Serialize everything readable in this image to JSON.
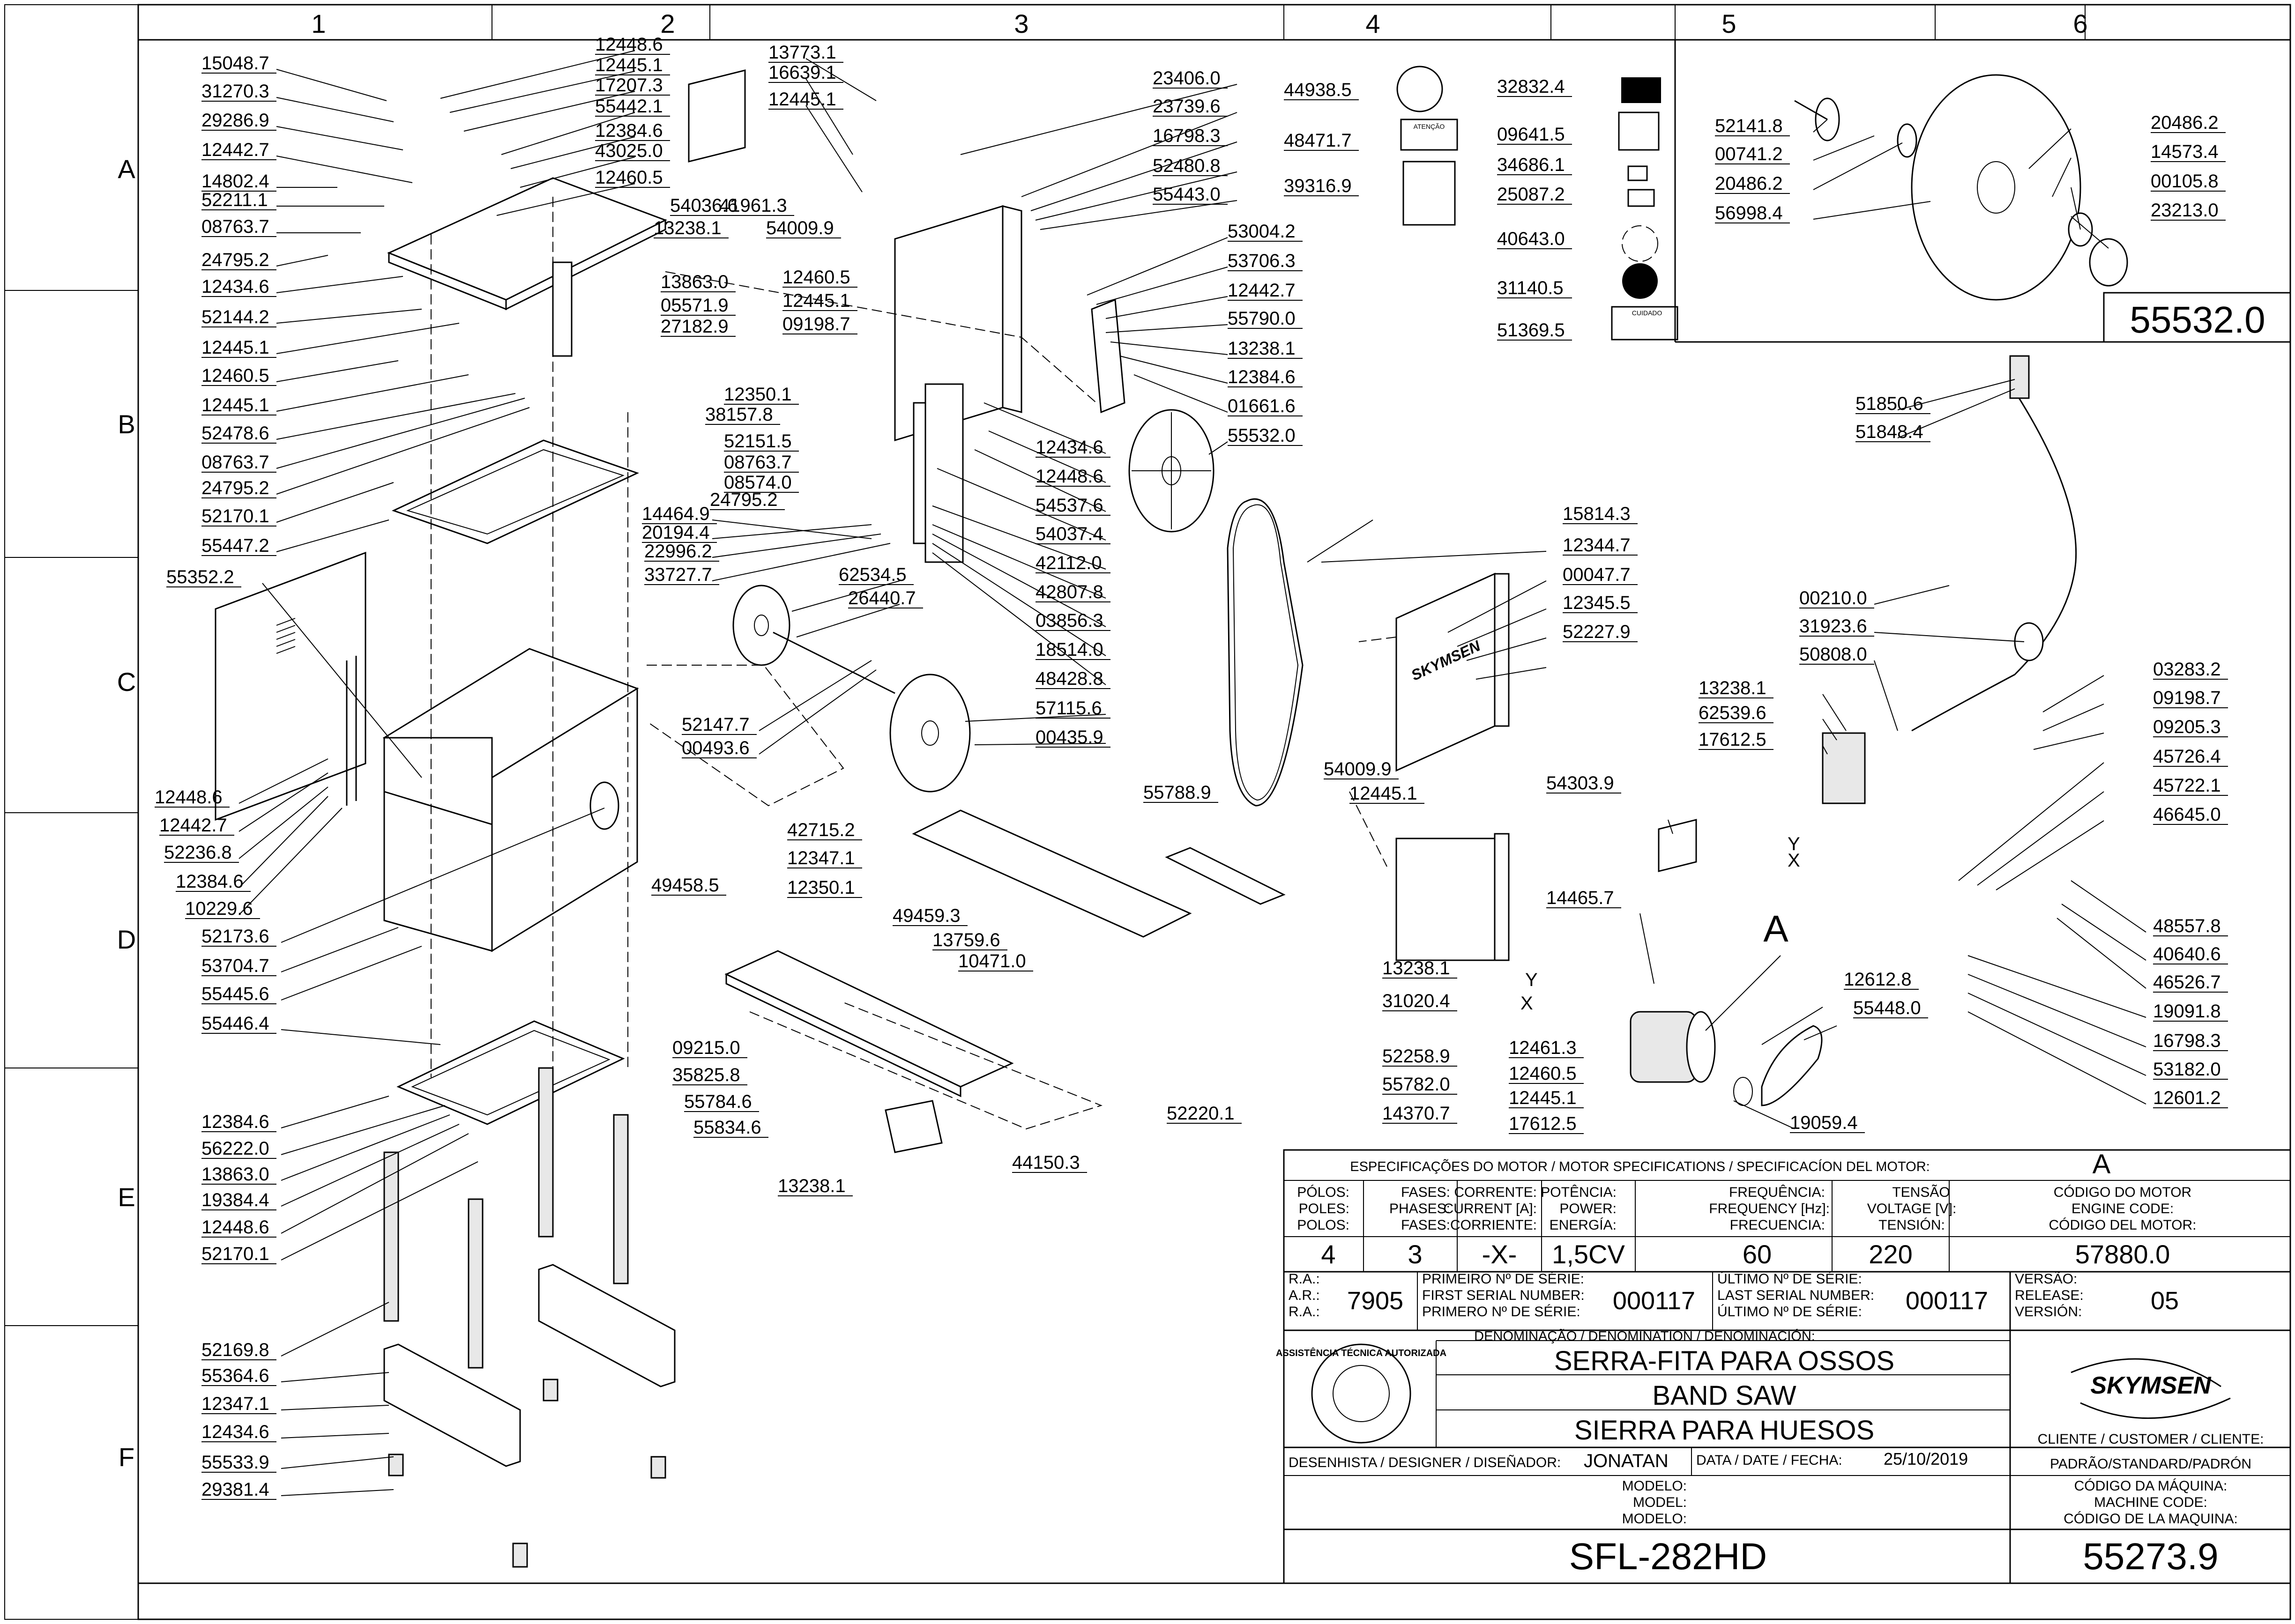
{
  "grid": {
    "columns": [
      "1",
      "2",
      "3",
      "4",
      "5",
      "6"
    ],
    "rows": [
      "A",
      "B",
      "C",
      "D",
      "E",
      "F"
    ]
  },
  "callouts": [
    "15048.7",
    "31270.3",
    "29286.9",
    "12442.7",
    "14802.4",
    "52211.1",
    "08763.7",
    "24795.2",
    "12434.6",
    "52144.2",
    "12445.1",
    "12460.5",
    "12445.1",
    "52478.6",
    "08763.7",
    "24795.2",
    "52170.1",
    "55447.2",
    "12448.6",
    "12445.1",
    "17207.3",
    "55442.1",
    "12384.6",
    "43025.0",
    "12460.5",
    "55352.2",
    "12448.6",
    "12442.7",
    "52236.8",
    "12384.6",
    "10229.6",
    "52173.6",
    "53704.7",
    "55445.6",
    "55446.4",
    "12384.6",
    "56222.0",
    "13863.0",
    "19384.4",
    "12448.6",
    "52170.1",
    "52169.8",
    "55364.6",
    "12347.1",
    "12434.6",
    "55533.9",
    "29381.4",
    "13773.1",
    "16639.1",
    "12445.1",
    "54036.6",
    "41961.3",
    "13238.1",
    "54009.9",
    "13863.0",
    "05571.9",
    "27182.9",
    "12460.5",
    "12445.1",
    "09198.7",
    "12350.1",
    "38157.8",
    "52151.5",
    "08763.7",
    "08574.0",
    "24795.2",
    "14464.9",
    "20194.4",
    "22996.2",
    "33727.7",
    "62534.5",
    "26440.7",
    "52147.7",
    "00493.6",
    "23406.0",
    "23739.6",
    "16798.3",
    "52480.8",
    "55443.0",
    "53004.2",
    "53706.3",
    "12442.7",
    "55790.0",
    "13238.1",
    "12384.6",
    "01661.6",
    "55532.0",
    "12434.6",
    "12448.6",
    "54537.6",
    "54037.4",
    "42112.0",
    "42807.8",
    "03856.3",
    "18514.0",
    "48428.8",
    "57115.6",
    "00435.9",
    "42715.2",
    "12347.1",
    "12350.1",
    "49458.5",
    "49459.3",
    "13759.6",
    "10471.0",
    "09215.0",
    "35825.8",
    "55784.6",
    "55834.6",
    "13238.1",
    "44150.3",
    "55788.9",
    "52258.9",
    "55782.0",
    "14370.7",
    "52220.1",
    "13238.1",
    "31020.4",
    "44938.5",
    "48471.7",
    "39316.9",
    "32832.4",
    "09641.5",
    "34686.1",
    "25087.2",
    "40643.0",
    "31140.5",
    "51369.5",
    "15814.3",
    "12344.7",
    "00047.7",
    "12345.5",
    "52227.9",
    "54009.9",
    "12445.1",
    "54303.9",
    "52141.8",
    "00741.2",
    "20486.2",
    "56998.4",
    "20486.2",
    "14573.4",
    "00105.8",
    "23213.0",
    "51850.6",
    "51848.4",
    "00210.0",
    "31923.6",
    "50808.0",
    "13238.1",
    "62539.6",
    "17612.5",
    "03283.2",
    "09198.7",
    "09205.3",
    "45726.4",
    "45722.1",
    "46645.0",
    "48557.8",
    "40640.6",
    "46526.7",
    "19091.8",
    "16798.3",
    "53182.0",
    "12601.2",
    "14465.7",
    "12612.8",
    "55448.0",
    "12461.3",
    "12460.5",
    "12445.1",
    "17612.5",
    "19059.4"
  ],
  "big_kit_number": "55532.0",
  "detail_letter": "A",
  "wire_letters": [
    "Y",
    "X",
    "Y",
    "X"
  ],
  "wire_numbers": [
    "1",
    "2",
    "3",
    "4",
    "5",
    "6"
  ],
  "sticker_text": {
    "attention": "ATENÇÃO",
    "caution": "CUIDADO"
  },
  "brand": "SKYMSEN",
  "motor_spec": {
    "header": "ESPECIFICAÇÕES DO MOTOR / MOTOR SPECIFICATIONS / SPECIFICACÍON DEL MOTOR:",
    "motor_id": "A",
    "columns": [
      {
        "label_pt": "PÓLOS:",
        "label_en": "POLES:",
        "label_es": "POLOS:",
        "value": "4"
      },
      {
        "label_pt": "FASES:",
        "label_en": "PHASES:",
        "label_es": "FASES:",
        "value": "3"
      },
      {
        "label_pt": "CORRENTE:",
        "label_en": "CURRENT [A]:",
        "label_es": "CORRIENTE:",
        "value": "-X-"
      },
      {
        "label_pt": "POTÊNCIA:",
        "label_en": "POWER:",
        "label_es": "ENERGÍA:",
        "value": "1,5CV"
      },
      {
        "label_pt": "FREQUÊNCIA:",
        "label_en": "FREQUENCY [Hz]:",
        "label_es": "FRECUENCIA:",
        "value": "60"
      },
      {
        "label_pt": "TENSÃO",
        "label_en": "VOLTAGE [V]:",
        "label_es": "TENSIÓN:",
        "value": "220"
      },
      {
        "label_pt": "CÓDIGO DO MOTOR",
        "label_en": "ENGINE CODE:",
        "label_es": "CÓDIGO DEL MOTOR:",
        "value": "57880.0"
      }
    ]
  },
  "title_block": {
    "ra_labels": [
      "R.A.:",
      "A.R.:",
      "R.A.:"
    ],
    "ra_value": "7905",
    "first_serial_labels": [
      "PRIMEIRO Nº DE SÉRIE:",
      "FIRST SERIAL NUMBER:",
      "PRIMERO Nº DE SÉRIE:"
    ],
    "first_serial": "000117",
    "last_serial_labels": [
      "ÚLTIMO Nº DE SÉRIE:",
      "LAST SERIAL NUMBER:",
      "ÚLTIMO Nº DE SÉRIE:"
    ],
    "last_serial": "000117",
    "version_labels": [
      "VERSÃO:",
      "RELEASE:",
      "VERSIÓN:"
    ],
    "version": "05",
    "denomination_label": "DENOMINAÇÃO / DENOMINATION / DENOMINACIÓN:",
    "names": [
      "SERRA-FITA PARA OSSOS",
      "BAND SAW",
      "SIERRA PARA HUESOS"
    ],
    "customer_label": "CLIENTE / CUSTOMER / CLIENTE:",
    "customer_value": "PADRÃO/STANDARD/PADRÓN",
    "designer_label": "DESENHISTA / DESIGNER / DISEÑADOR:",
    "designer": "JONATAN",
    "date_label": "DATA / DATE / FECHA:",
    "date": "25/10/2019",
    "model_labels": [
      "MODELO:",
      "MODEL:",
      "MODELO:"
    ],
    "model": "SFL-282HD",
    "machine_code_labels": [
      "CÓDIGO DA MÁQUINA:",
      "MACHINE CODE:",
      "CÓDIGO DE LA MAQUINA:"
    ],
    "machine_code": "55273.9",
    "seal_text": "ASSISTÊNCIA TÉCNICA AUTORIZADA",
    "logo": "SKYMSEN"
  }
}
